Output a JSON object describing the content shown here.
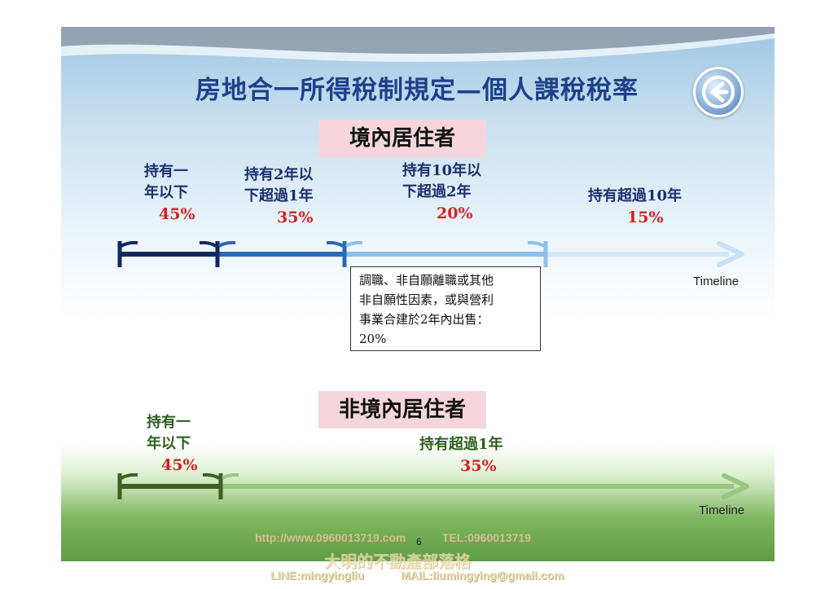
{
  "title": "房地合一所得稅制規定—個人課稅稅率",
  "icons": {
    "back": "back-arrow-icon"
  },
  "colors": {
    "title": "#1f3f8a",
    "rate": "#d4201f",
    "banner": "#f6d6dc"
  },
  "resident": {
    "banner": "境內居住者",
    "segments": [
      {
        "line1": "持有一",
        "line2": "年以下",
        "rate": "45%"
      },
      {
        "line1": "持有2年以",
        "line2": "下超過1年",
        "rate": "35%"
      },
      {
        "line1": "持有10年以",
        "line2": "下超過2年",
        "rate": "20%"
      },
      {
        "line1": "持有超過10年",
        "rate": "15%"
      }
    ],
    "timeline_label": "Timeline",
    "note": "調職、非自願離職或其他\n非自願性因素，或與營利\n事業合建於2年內出售：\n20%"
  },
  "nonresident": {
    "banner": "非境內居住者",
    "segments": [
      {
        "line1": "持有一",
        "line2": "年以下",
        "rate": "45%"
      },
      {
        "line1": "持有超過1年",
        "rate": "35%"
      }
    ],
    "timeline_label": "Timeline"
  },
  "page_number": "6",
  "watermark": {
    "url": "http://www.0960013719.com",
    "tel": "TEL:0960013719",
    "blog": "大明的不動產部落格",
    "line": "LINE:mingyingliu",
    "mail": "MAIL:liumingying@gmail.com"
  }
}
